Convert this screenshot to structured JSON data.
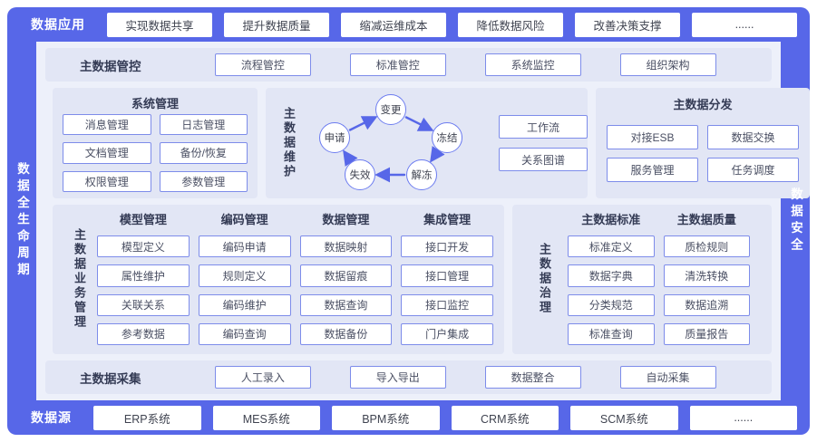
{
  "colors": {
    "primary": "#5767e8",
    "panel_bg": "#e2e6f5",
    "content_bg": "#edf0fa",
    "button_border": "#7d8cea",
    "title_text": "#343b55",
    "button_text": "#4a4f63"
  },
  "top_bar": {
    "label": "数据应用",
    "items": [
      "实现数据共享",
      "提升数据质量",
      "缩减运维成本",
      "降低数据风险",
      "改善决策支撑",
      "......"
    ]
  },
  "left_bar": {
    "label": "数据全生命周期"
  },
  "right_bar": {
    "label": "数据安全"
  },
  "control": {
    "title": "主数据管控",
    "items": [
      "流程管控",
      "标准管控",
      "系统监控",
      "组织架构"
    ]
  },
  "system_mgmt": {
    "title": "系统管理",
    "items": [
      "消息管理",
      "日志管理",
      "文档管理",
      "备份/恢复",
      "权限管理",
      "参数管理"
    ]
  },
  "maintenance": {
    "title": "主数据维护",
    "cycle": [
      "变更",
      "冻结",
      "解冻",
      "失效",
      "申请"
    ],
    "items": [
      "工作流",
      "关系图谱"
    ]
  },
  "distribution": {
    "title": "主数据分发",
    "items": [
      "对接ESB",
      "数据交换",
      "服务管理",
      "任务调度"
    ]
  },
  "business": {
    "title": "主数据业务管理",
    "groups": [
      {
        "title": "模型管理",
        "items": [
          "模型定义",
          "属性维护",
          "关联关系",
          "参考数据"
        ]
      },
      {
        "title": "编码管理",
        "items": [
          "编码申请",
          "规则定义",
          "编码维护",
          "编码查询"
        ]
      },
      {
        "title": "数据管理",
        "items": [
          "数据映射",
          "数据留痕",
          "数据查询",
          "数据备份"
        ]
      },
      {
        "title": "集成管理",
        "items": [
          "接口开发",
          "接口管理",
          "接口监控",
          "门户集成"
        ]
      }
    ]
  },
  "governance": {
    "title": "主数据治理",
    "groups": [
      {
        "title": "主数据标准",
        "items": [
          "标准定义",
          "数据字典",
          "分类规范",
          "标准查询"
        ]
      },
      {
        "title": "主数据质量",
        "items": [
          "质检规则",
          "清洗转换",
          "数据追溯",
          "质量报告"
        ]
      }
    ]
  },
  "collection": {
    "title": "主数据采集",
    "items": [
      "人工录入",
      "导入导出",
      "数据整合",
      "自动采集"
    ]
  },
  "bottom_bar": {
    "label": "数据源",
    "items": [
      "ERP系统",
      "MES系统",
      "BPM系统",
      "CRM系统",
      "SCM系统",
      "......"
    ]
  }
}
